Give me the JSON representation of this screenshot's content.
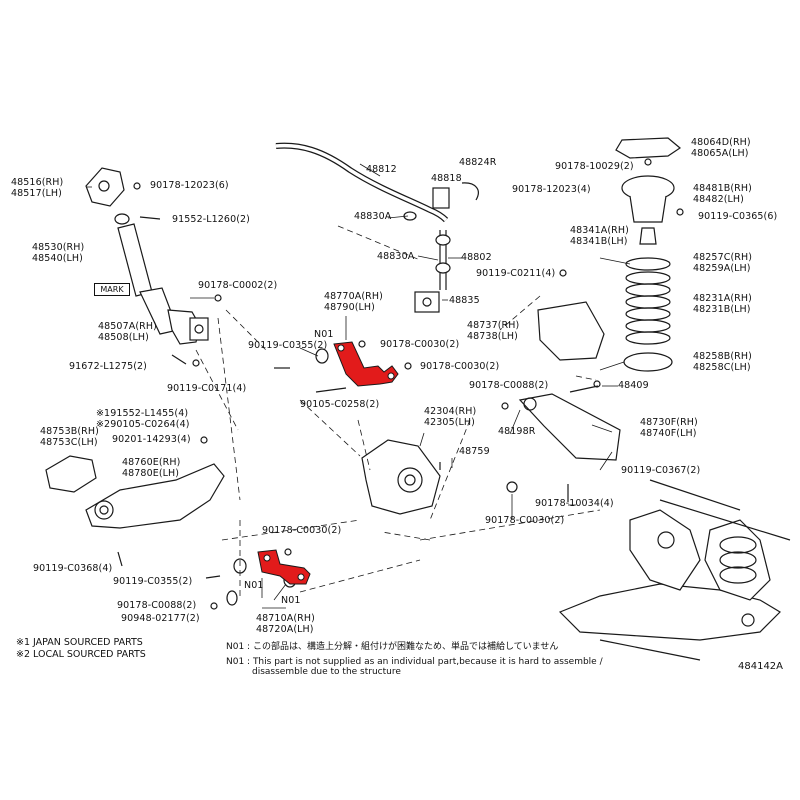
{
  "labels": [
    {
      "id": "48516",
      "lines": [
        "48516(RH)",
        "48517(LH)"
      ]
    },
    {
      "id": "90178-12023-a",
      "lines": [
        "90178-12023(6)"
      ]
    },
    {
      "id": "91552-L1260",
      "lines": [
        "91552-L1260(2)"
      ]
    },
    {
      "id": "48530",
      "lines": [
        "48530(RH)",
        "48540(LH)"
      ]
    },
    {
      "id": "48507A",
      "lines": [
        "48507A(RH)",
        "48508(LH)"
      ]
    },
    {
      "id": "91672-L1275",
      "lines": [
        "91672-L1275(2)"
      ]
    },
    {
      "id": "90119-C0171",
      "lines": [
        "90119-C0171(4)"
      ]
    },
    {
      "id": "90178-C0002",
      "lines": [
        "90178-C0002(2)"
      ]
    },
    {
      "id": "48812",
      "lines": [
        "48812"
      ]
    },
    {
      "id": "48824R",
      "lines": [
        "48824R"
      ]
    },
    {
      "id": "48818",
      "lines": [
        "48818"
      ]
    },
    {
      "id": "90178-12023-b",
      "lines": [
        "90178-12023(4)"
      ]
    },
    {
      "id": "48830A-a",
      "lines": [
        "48830A"
      ]
    },
    {
      "id": "48830A-b",
      "lines": [
        "48830A"
      ]
    },
    {
      "id": "48802",
      "lines": [
        "48802"
      ]
    },
    {
      "id": "48835",
      "lines": [
        "48835"
      ]
    },
    {
      "id": "48770A",
      "lines": [
        "48770A(RH)",
        "48790(LH)"
      ]
    },
    {
      "id": "N01-a",
      "lines": [
        "N01"
      ]
    },
    {
      "id": "90119-C0355-a",
      "lines": [
        "90119-C0355(2)"
      ]
    },
    {
      "id": "90178-C0030-a",
      "lines": [
        "90178-C0030(2)"
      ]
    },
    {
      "id": "90178-C0030-b",
      "lines": [
        "90178-C0030(2)"
      ]
    },
    {
      "id": "90105-C0258",
      "lines": [
        "90105-C0258(2)"
      ]
    },
    {
      "id": "48737",
      "lines": [
        "48737(RH)",
        "48738(LH)"
      ]
    },
    {
      "id": "90119-C0211",
      "lines": [
        "90119-C0211(4)"
      ]
    },
    {
      "id": "48064D",
      "lines": [
        "48064D(RH)",
        "48065A(LH)"
      ]
    },
    {
      "id": "90178-10029",
      "lines": [
        "90178-10029(2)"
      ]
    },
    {
      "id": "48481B",
      "lines": [
        "48481B(RH)",
        "48482(LH)"
      ]
    },
    {
      "id": "90119-C0365",
      "lines": [
        "90119-C0365(6)"
      ]
    },
    {
      "id": "48341A",
      "lines": [
        "48341A(RH)",
        "48341B(LH)"
      ]
    },
    {
      "id": "48257C",
      "lines": [
        "48257C(RH)",
        "48259A(LH)"
      ]
    },
    {
      "id": "48231A",
      "lines": [
        "48231A(RH)",
        "48231B(LH)"
      ]
    },
    {
      "id": "48258B",
      "lines": [
        "48258B(RH)",
        "48258C(LH)"
      ]
    },
    {
      "id": "48409",
      "lines": [
        "48409"
      ]
    },
    {
      "id": "90178-C0088-a",
      "lines": [
        "90178-C0088(2)"
      ]
    },
    {
      "id": "48198R",
      "lines": [
        "48198R"
      ]
    },
    {
      "id": "48730F",
      "lines": [
        "48730F(RH)",
        "48740F(LH)"
      ]
    },
    {
      "id": "90119-C0367",
      "lines": [
        "90119-C0367(2)"
      ]
    },
    {
      "id": "90178-10034",
      "lines": [
        "90178-10034(4)"
      ]
    },
    {
      "id": "90178-C0030-c",
      "lines": [
        "90178-C0030(2)"
      ]
    },
    {
      "id": "42304",
      "lines": [
        "42304(RH)",
        "42305(LH)"
      ]
    },
    {
      "id": "48759",
      "lines": [
        "48759"
      ]
    },
    {
      "id": "91552-L1455",
      "lines": [
        "※191552-L1455(4)",
        "※290105-C0264(4)"
      ]
    },
    {
      "id": "48753B",
      "lines": [
        "48753B(RH)",
        "48753C(LH)"
      ]
    },
    {
      "id": "90201-14293",
      "lines": [
        "90201-14293(4)"
      ]
    },
    {
      "id": "48760E",
      "lines": [
        "48760E(RH)",
        "48780E(LH)"
      ]
    },
    {
      "id": "90119-C0368",
      "lines": [
        "90119-C0368(4)"
      ]
    },
    {
      "id": "90119-C0355-b",
      "lines": [
        "90119-C0355(2)"
      ]
    },
    {
      "id": "90178-C0088-b",
      "lines": [
        "90178-C0088(2)"
      ]
    },
    {
      "id": "90948-02177",
      "lines": [
        "90948-02177(2)"
      ]
    },
    {
      "id": "90178-C0030-d",
      "lines": [
        "90178-C0030(2)"
      ]
    },
    {
      "id": "N01-b",
      "lines": [
        "N01"
      ]
    },
    {
      "id": "N01-c",
      "lines": [
        "N01"
      ]
    },
    {
      "id": "48710A",
      "lines": [
        "48710A(RH)",
        "48720A(LH)"
      ]
    }
  ],
  "mark_label": "MARK",
  "notes": {
    "japan_sourced": "※1 JAPAN SOURCED PARTS",
    "local_sourced": "※2 LOCAL SOURCED PARTS",
    "n01_jp": "N01 : この部品は、構造上分解・組付けが困難なため、単品では補給していません",
    "n01_en_1": "N01 : This part is not supplied as an individual part,because it is hard to assemble /",
    "n01_en_2": "disassemble due to the structure"
  },
  "figure_number": "484142A",
  "colors": {
    "line": "#1a1a1a",
    "highlight": "#e21b1b",
    "background": "#ffffff"
  }
}
